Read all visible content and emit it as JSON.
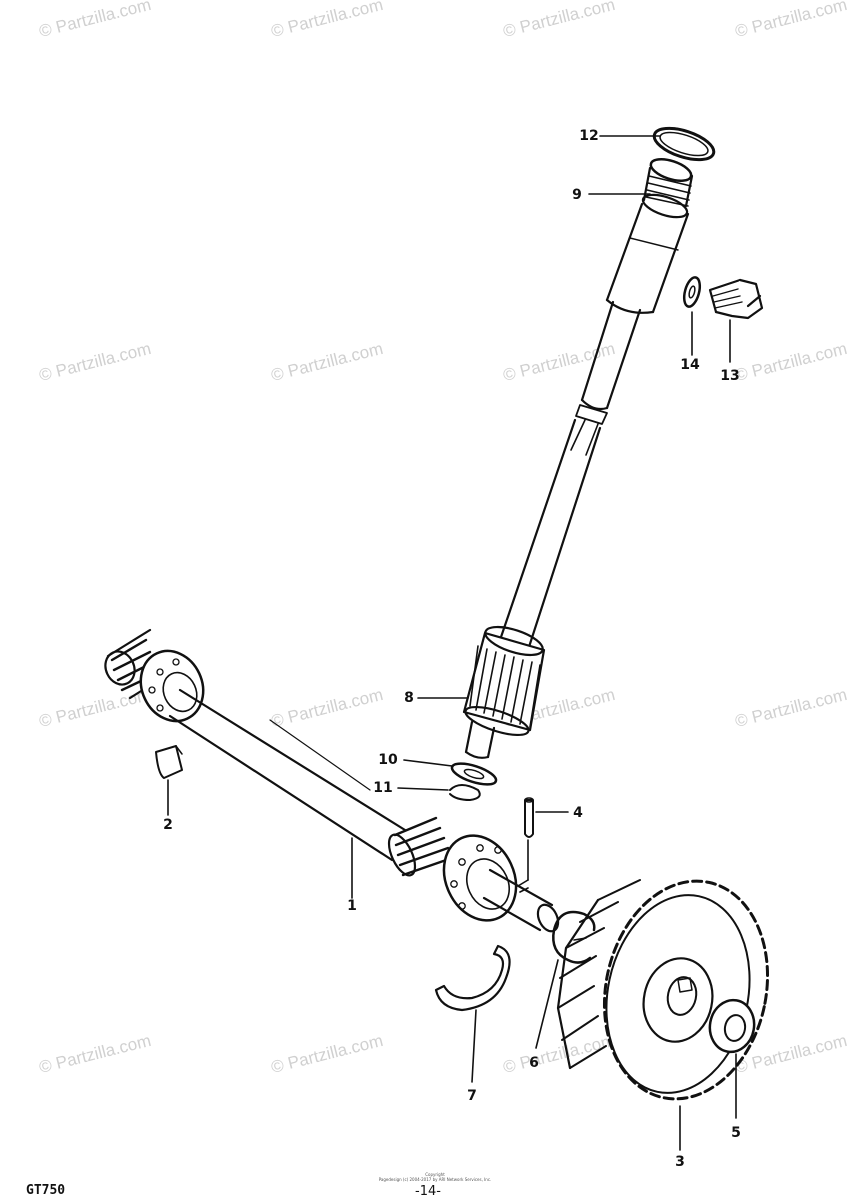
{
  "watermark": "© Partzilla.com",
  "callouts": {
    "c1": "1",
    "c2": "2",
    "c3": "3",
    "c4": "4",
    "c5": "5",
    "c6": "6",
    "c7": "7",
    "c8": "8",
    "c9": "9",
    "c10": "10",
    "c11": "11",
    "c12": "12",
    "c13": "13",
    "c14": "14"
  },
  "footer": {
    "model": "GT750",
    "page": "-14-",
    "copyright_title": "Copyright",
    "copyright_text": "Pagedesign (c) 2004-2017 by ARI Network Services, Inc."
  }
}
